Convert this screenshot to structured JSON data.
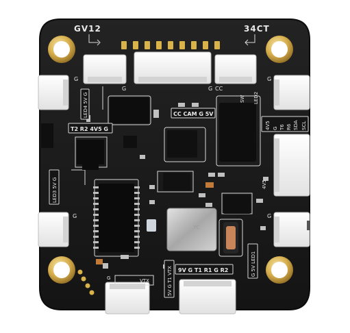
{
  "board": {
    "colors": {
      "background": "#ffffff",
      "pcb": "#1b1b1b",
      "connector": "#f1f1f1",
      "gold": "#d9b24a",
      "silkscreen": "#e6e6e6"
    },
    "labels": {
      "gv12": "GV12",
      "ct34": "34CT",
      "g_left_top": "G",
      "g_top_left_conn": "G",
      "g_top_right_conn": "G",
      "cc": "CC",
      "g_right_top": "G",
      "sw": "SW",
      "led2": "LED2",
      "led4_5v_g": "LED4 5V G",
      "cam_row": "CC CAM G 5V",
      "t2_row": "T2 R2 4V5 G",
      "right_col_4v5": "4V5",
      "right_col_g": "G",
      "right_col_t6": "T6",
      "right_col_r6": "R6",
      "right_col_sda": "SDA",
      "right_col_scl": "SCL",
      "right_4v5_mid": "4V5",
      "led3_5v_g": "LED3 5V G",
      "g_left_mid": "G",
      "vtx": "VTX",
      "bottom_left_col": "5V G T1 VTX",
      "bottom_row": "9V G T1 R1 G R2",
      "right_bottom_col": "G 5V LED1",
      "g_right_bottom": "G",
      "g_bottom_left": "G",
      "chip_small_mark": "7C"
    }
  }
}
